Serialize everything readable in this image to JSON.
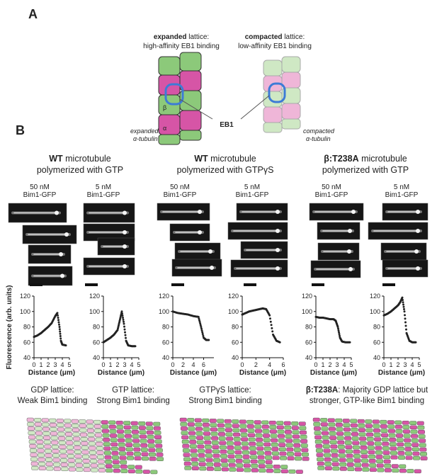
{
  "panels": {
    "a_letter": "A",
    "b_letter": "B"
  },
  "panel_a": {
    "expanded_title_bold": "expanded",
    "expanded_title_rest": " lattice:",
    "expanded_sub": "high-affinity EB1 binding",
    "compacted_title_bold": "compacted",
    "compacted_title_rest": " lattice:",
    "compacted_sub": "low-affinity EB1 binding",
    "eb1_label": "EB1",
    "alpha_label": "α",
    "beta_label": "β",
    "expanded_tub_1": "expanded",
    "expanded_tub_2": "α-tubulin",
    "compacted_tub_1": "compacted",
    "compacted_tub_2": "α-tubulin",
    "colors": {
      "green_dark": "#8cc97a",
      "magenta_dark": "#d655a6",
      "green_light": "#cfe8c4",
      "magenta_light": "#efb6d8",
      "eb1_blue": "#3d7bd6"
    }
  },
  "panel_b": {
    "groups": [
      {
        "title_bold": "WT",
        "title_rest": " microtubule",
        "title_2": "polymerized with GTP"
      },
      {
        "title_bold": "WT",
        "title_rest": " microtubule",
        "title_2": "polymerized with GTPγS"
      },
      {
        "title_bold": "β:T238A",
        "title_rest": " microtubule",
        "title_2": "polymerized with GTP"
      }
    ],
    "conditions": [
      {
        "l1": "50 nM",
        "l2": "Bim1-GFP"
      },
      {
        "l1": "5 nM",
        "l2": "Bim1-GFP"
      },
      {
        "l1": "50 nM",
        "l2": "Bim1-GFP"
      },
      {
        "l1": "5 nM",
        "l2": "Bim1-GFP"
      },
      {
        "l1": "50 nM",
        "l2": "Bim1-GFP"
      },
      {
        "l1": "5 nM",
        "l2": "Bim1-GFP"
      }
    ]
  },
  "chart_data": [
    {
      "type": "scatter",
      "panel": "WT GTP 50 nM",
      "xlabel": "Distance (µm)",
      "ylabel": "Fluorescence (arb. units)",
      "xlim": [
        0,
        5
      ],
      "ylim": [
        40,
        120
      ],
      "x": [
        0,
        0.5,
        1,
        1.5,
        2,
        2.5,
        3,
        3.3,
        3.6,
        3.8,
        4,
        4.5
      ],
      "y": [
        67,
        69,
        72,
        76,
        80,
        85,
        94,
        98,
        80,
        62,
        57,
        56
      ]
    },
    {
      "type": "scatter",
      "panel": "WT GTP 5 nM",
      "xlabel": "Distance (µm)",
      "ylabel": "",
      "xlim": [
        0,
        5
      ],
      "ylim": [
        40,
        120
      ],
      "x": [
        0,
        0.5,
        1,
        1.5,
        2,
        2.3,
        2.6,
        2.9,
        3.2,
        3.5,
        4,
        4.5
      ],
      "y": [
        60,
        63,
        66,
        70,
        76,
        88,
        100,
        84,
        62,
        56,
        55,
        55
      ]
    },
    {
      "type": "scatter",
      "panel": "GTPγS 50 nM",
      "xlabel": "Distance (µm)",
      "ylabel": "",
      "xlim": [
        0,
        8
      ],
      "ylim": [
        40,
        120
      ],
      "x": [
        0,
        1,
        2,
        3,
        4,
        5,
        5.5,
        6,
        6.5,
        7
      ],
      "y": [
        100,
        98,
        97,
        96,
        94,
        93,
        80,
        66,
        63,
        63
      ]
    },
    {
      "type": "scatter",
      "panel": "GTPγS 5 nM",
      "xlabel": "Distance (µm)",
      "ylabel": "",
      "xlim": [
        0,
        6
      ],
      "ylim": [
        40,
        120
      ],
      "x": [
        0,
        0.5,
        1,
        1.5,
        2,
        2.5,
        3,
        3.5,
        4,
        4.5,
        5,
        5.5
      ],
      "y": [
        96,
        98,
        100,
        101,
        102,
        103,
        104,
        103,
        95,
        70,
        62,
        60
      ]
    },
    {
      "type": "scatter",
      "panel": "T238A 50 nM",
      "xlabel": "Distance (µm)",
      "ylabel": "",
      "xlim": [
        0,
        5
      ],
      "ylim": [
        40,
        120
      ],
      "x": [
        0,
        0.5,
        1,
        1.5,
        2,
        2.5,
        2.8,
        3.1,
        3.4,
        3.7,
        4.2,
        4.8
      ],
      "y": [
        93,
        92,
        92,
        91,
        90,
        90,
        88,
        80,
        66,
        61,
        60,
        60
      ]
    },
    {
      "type": "scatter",
      "panel": "T238A 5 nM",
      "xlabel": "Distance (µm)",
      "ylabel": "",
      "xlim": [
        0,
        5
      ],
      "ylim": [
        40,
        120
      ],
      "x": [
        0,
        0.5,
        1,
        1.5,
        2,
        2.3,
        2.6,
        2.9,
        3.2,
        3.6,
        4,
        4.5
      ],
      "y": [
        95,
        97,
        100,
        104,
        108,
        112,
        118,
        100,
        72,
        62,
        60,
        60
      ]
    }
  ],
  "axis_common": {
    "ylabel": "Fluorescence (arb. units)",
    "xlabel_prefix": "Distance (",
    "xlabel_mu": "μ",
    "xlabel_suffix": "m)",
    "yticks": [
      "40",
      "60",
      "80",
      "100",
      "120"
    ]
  },
  "lattices": {
    "gdp_l1": "GDP lattice:",
    "gdp_l2": "Weak Bim1 binding",
    "gtp_l1": "GTP lattice:",
    "gtp_l2": "Strong Bim1 binding",
    "gtpgs_l1": "GTPγS lattice:",
    "gtpgs_l2": "Strong Bim1 binding",
    "t238a_l1_bold": "β:T238A",
    "t238a_l1_rest": ": Majority GDP lattice but",
    "t238a_l2": "stronger, GTP-like Bim1 binding"
  }
}
